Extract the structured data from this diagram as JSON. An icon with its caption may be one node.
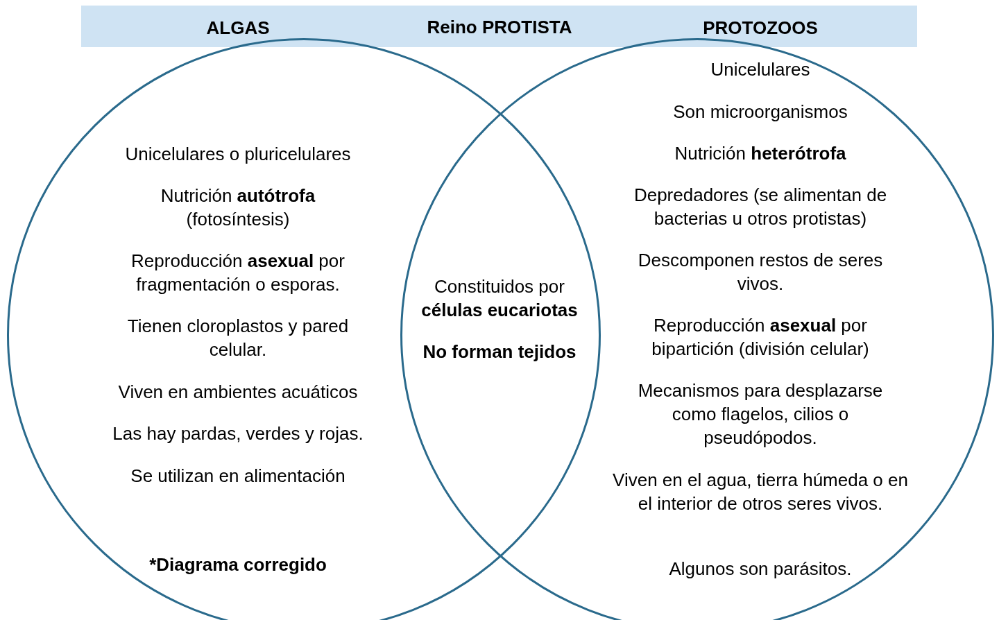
{
  "diagram": {
    "title": "Reino PROTISTA",
    "nodes": [
      {
        "text": [
          "ALGAS",
          "Unicelulares o pluricelulares",
          "Nutrición **autótrofa** (fotosíntesis)",
          "Reproducción **asexual** por fragmentación o esporas.",
          "Tienen cloroplastos y pared celular.",
          "Viven en ambientes acuáticos",
          "Las hay pardas, verdes y rojas.",
          "Se utilizan en alimentación"
        ]
      },
      {
        "text": [
          "PROTOZOOS",
          "Unicelulares",
          "Son microorganismos",
          "Nutrición **heterótrofa**",
          "Depredadores (se alimentan de bacterias u otros protistas)",
          "Descomponen restos de seres vivos.",
          "Reproducción **asexual** por bipartición (división celular)",
          "Mecanismos para desplazarse como flagelos, cilios o pseudópodos.",
          "Viven en el agua, tierra húmeda o en el interior de otros seres vivos.",
          "Algunos son parásitos."
        ]
      },
      {
        "text": [
          "Constituidos por **células eucariotas**",
          "No forman tejidos"
        ]
      }
    ],
    "labels": [
      "*Diagrama corregido"
    ]
  }
}
